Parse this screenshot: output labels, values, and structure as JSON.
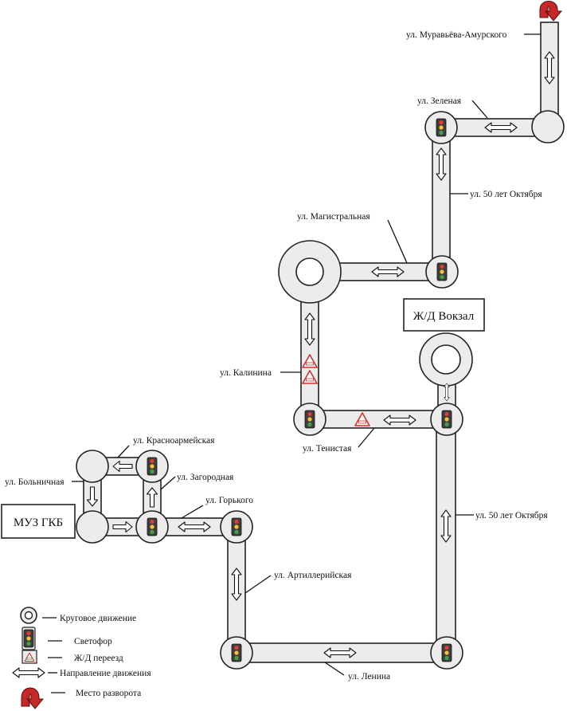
{
  "places": {
    "hospital": "МУЗ ГКБ",
    "station": "Ж/Д Вокзал"
  },
  "streets": {
    "muravyova": "ул. Муравьёва-Амурского",
    "zelenaya": "ул. Зеленая",
    "oktyabrya_top": "ул. 50 лет Октября",
    "magistralnaya": "ул. Магистральная",
    "kalinina": "ул. Калинина",
    "tenistaya": "ул. Тенистая",
    "krasnoarmeyskaya": "ул. Красноармейская",
    "bolnichnaya": "ул. Больничная",
    "zagorodnaya": "ул. Загородная",
    "gorkogo": "ул. Горького",
    "oktyabrya_right": "ул. 50 лет Октября",
    "artilleriyskaya": "ул. Артиллерийская",
    "lenina": "ул. Ленина"
  },
  "legend": {
    "roundabout": "Круговое движение",
    "traffic_light": "Светофор",
    "railway_crossing": "Ж/Д переезд",
    "direction": "Направление движения",
    "u_turn": "Место разворота"
  },
  "colors": {
    "road_fill": "#ececec",
    "outline": "#222222",
    "signal_red": "#e53935",
    "signal_yellow": "#fbc02d",
    "signal_green": "#43a047",
    "uturn_red": "#c62828",
    "crossing_red": "#d32f2f"
  }
}
